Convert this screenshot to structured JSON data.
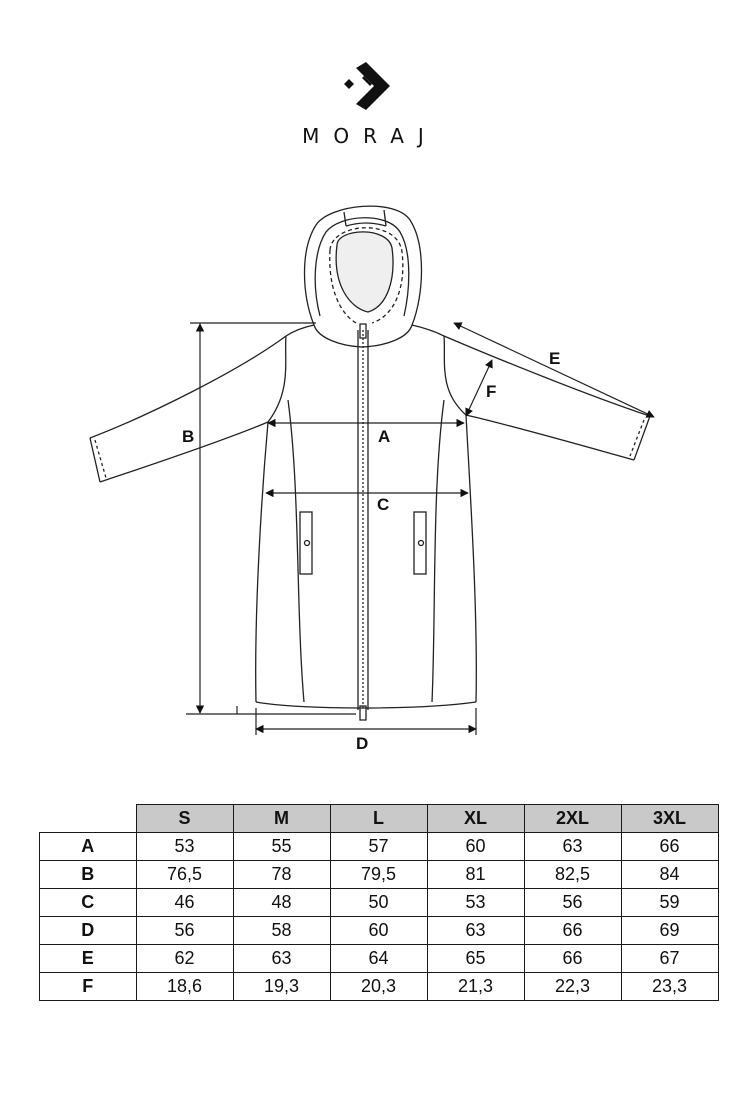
{
  "brand": {
    "name": "MORAJ"
  },
  "diagram": {
    "labels": {
      "A": "A",
      "B": "B",
      "C": "C",
      "D": "D",
      "E": "E",
      "F": "F"
    }
  },
  "size_table": {
    "sizes": [
      "S",
      "M",
      "L",
      "XL",
      "2XL",
      "3XL"
    ],
    "rows": [
      {
        "label": "A",
        "values": [
          "53",
          "55",
          "57",
          "60",
          "63",
          "66"
        ]
      },
      {
        "label": "B",
        "values": [
          "76,5",
          "78",
          "79,5",
          "81",
          "82,5",
          "84"
        ]
      },
      {
        "label": "C",
        "values": [
          "46",
          "48",
          "50",
          "53",
          "56",
          "59"
        ]
      },
      {
        "label": "D",
        "values": [
          "56",
          "58",
          "60",
          "63",
          "66",
          "69"
        ]
      },
      {
        "label": "E",
        "values": [
          "62",
          "63",
          "64",
          "65",
          "66",
          "67"
        ]
      },
      {
        "label": "F",
        "values": [
          "18,6",
          "19,3",
          "20,3",
          "21,3",
          "22,3",
          "23,3"
        ]
      }
    ]
  }
}
